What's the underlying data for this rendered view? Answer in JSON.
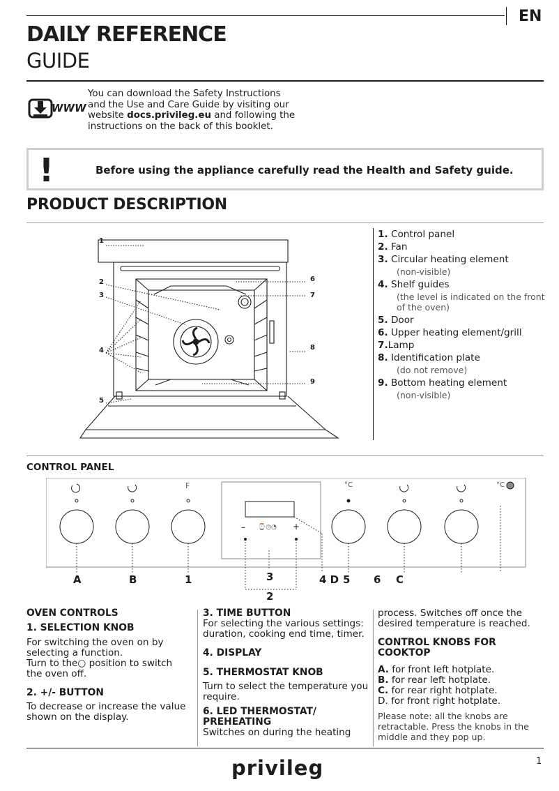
{
  "header": {
    "title_line1": "DAILY REFERENCE",
    "title_line2": "GUIDE",
    "language": "EN"
  },
  "download": {
    "icon_text": "WWW",
    "line1": "You can download the Safety Instructions",
    "line2": "and the Use and Care Guide by visiting our",
    "line3_pre": "website ",
    "line3_bold": "docs.privileg.eu",
    "line3_post": " and following the",
    "line4": "instructions on the back of this booklet."
  },
  "warning": {
    "icon": "!",
    "text": "Before using the appliance carefully read the Health and Safety guide."
  },
  "product_description": {
    "heading": "PRODUCT DESCRIPTION",
    "callouts": [
      "1",
      "2",
      "3",
      "4",
      "5",
      "6",
      "7",
      "8",
      "9"
    ],
    "items": [
      {
        "num": "1.",
        "label": "Control panel",
        "sub": []
      },
      {
        "num": "2.",
        "label": "Fan",
        "sub": []
      },
      {
        "num": "3.",
        "label": "Circular heating element",
        "sub": [
          "(non-visible)"
        ]
      },
      {
        "num": "4.",
        "label": "Shelf guides",
        "sub": [
          "(the level is indicated on the front",
          "of the oven)"
        ]
      },
      {
        "num": "5.",
        "label": "Door",
        "sub": []
      },
      {
        "num": "6.",
        "label": "Upper heating element/grill",
        "sub": []
      },
      {
        "num": "7.",
        "label": "Lamp",
        "sub": []
      },
      {
        "num": "8.",
        "label": "Identification plate",
        "sub": [
          "(do not remove)"
        ]
      },
      {
        "num": "9.",
        "label": "Bottom heating element",
        "sub": [
          "(non-visible)"
        ]
      }
    ]
  },
  "control_panel": {
    "heading": "CONTROL PANEL",
    "top_symbols": {
      "f_label": "F",
      "c_label": "°C",
      "c_led_label": "°C"
    },
    "bottom_labels": {
      "A": "A",
      "B": "B",
      "one": "1",
      "three": "3",
      "two": "2",
      "four_d": "4 D",
      "five": "5",
      "six": "6",
      "C": "C"
    },
    "display_buttons": {
      "minus": "–",
      "plus": "+"
    }
  },
  "oven_controls": {
    "col1": {
      "heading": "OVEN CONTROLS",
      "s1_title": "1. SELECTION KNOB",
      "s1_l1": "For switching the oven on by",
      "s1_l2": "selecting a function.",
      "s1_l3_pre": "Turn to the",
      "s1_l3_post": " position to switch",
      "s1_l4": "the oven off.",
      "s2_title": "2. +/- BUTTON",
      "s2_l1": "To decrease or increase the value",
      "s2_l2": "shown on the display."
    },
    "col2": {
      "s3_title": "3. TIME BUTTON",
      "s3_l1": "For selecting the various settings:",
      "s3_l2": "duration, cooking end time, timer.",
      "s4_title": "4. DISPLAY",
      "s5_title": "5. THERMOSTAT KNOB",
      "s5_l1": "Turn to select the temperature you",
      "s5_l2": "require.",
      "s6_title_l1": "6. LED THERMOSTAT/",
      "s6_title_l2": "PREHEATING",
      "s6_l1": "Switches on during the heating"
    },
    "col3": {
      "l1": "process. Switches off once the",
      "l2": "desired temperature is reached.",
      "ck_title_l1": "CONTROL KNOBS FOR",
      "ck_title_l2": "COOKTOP",
      "a_b": "A.",
      "a_t": " for front left hotplate.",
      "b_b": "B.",
      "b_t": " for rear left hotplate.",
      "c_b": "C.",
      "c_t": " for rear right hotplate.",
      "d_t": "D. for front right hotplate.",
      "note_l1": "Please note: all the knobs are",
      "note_l2": "retractable. Press the knobs in the",
      "note_l3": "middle and they pop up."
    }
  },
  "footer": {
    "brand": "privileg",
    "page_number": "1"
  }
}
